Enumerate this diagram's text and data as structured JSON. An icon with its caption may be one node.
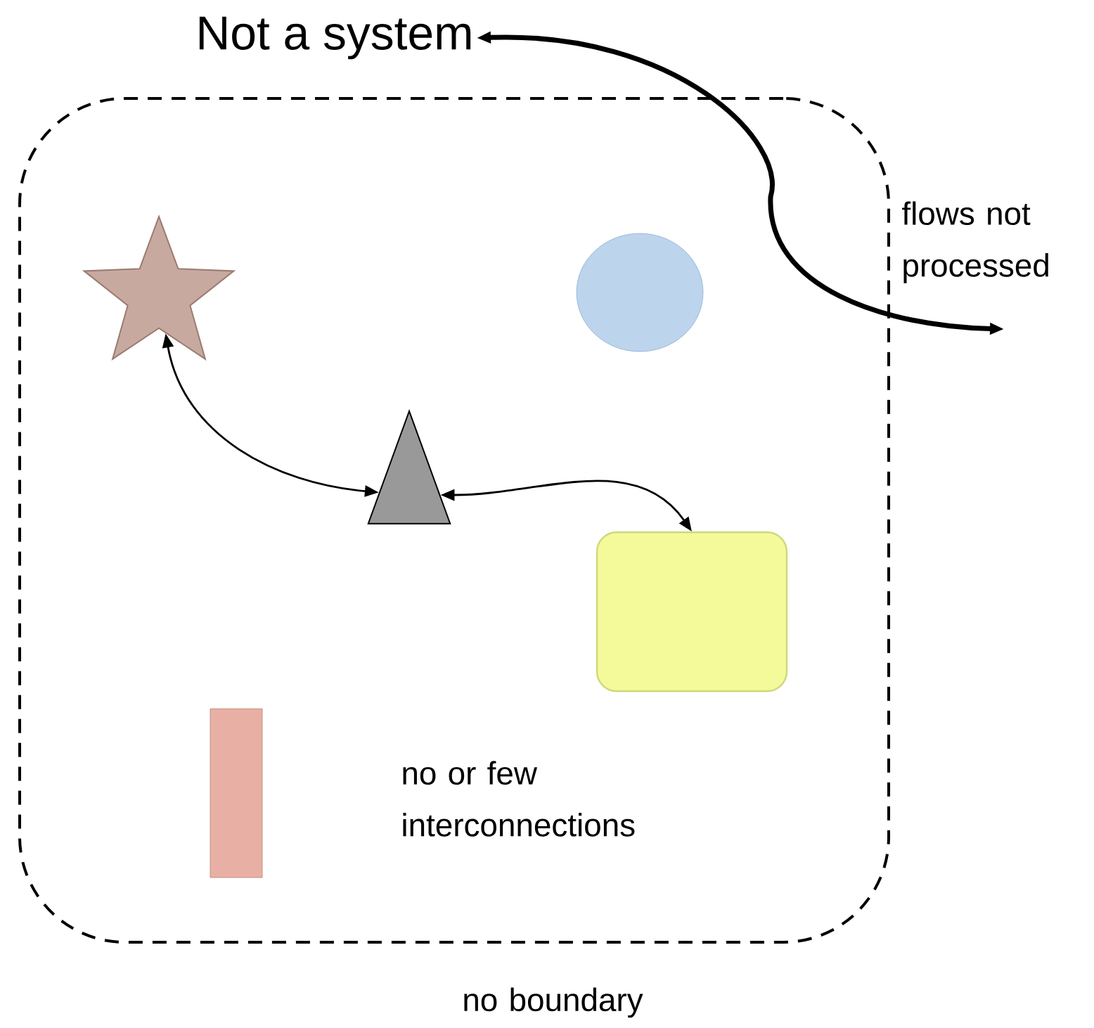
{
  "diagram": {
    "nodes": [
      {
        "text": [
          "Not a system"
        ]
      },
      {
        "text": [],
        "shape": "box"
      },
      {
        "text": [],
        "shape": "star",
        "in": 1
      },
      {
        "text": [],
        "shape": "circle",
        "in": 1
      },
      {
        "text": [],
        "shape": "triangle",
        "in": 1
      },
      {
        "text": [],
        "shape": "box",
        "in": 1
      },
      {
        "text": [],
        "shape": "bar",
        "in": 1
      }
    ],
    "edges": [
      {
        "from": 2,
        "to": 4,
        "arrow": "both"
      },
      {
        "from": 4,
        "to": 5,
        "arrow": "both"
      },
      {
        "from": 0,
        "to": null,
        "arrow": "both",
        "style": "thick"
      }
    ],
    "labels": [
      "flows not processed",
      "no or few interconnections",
      "no boundary"
    ]
  }
}
